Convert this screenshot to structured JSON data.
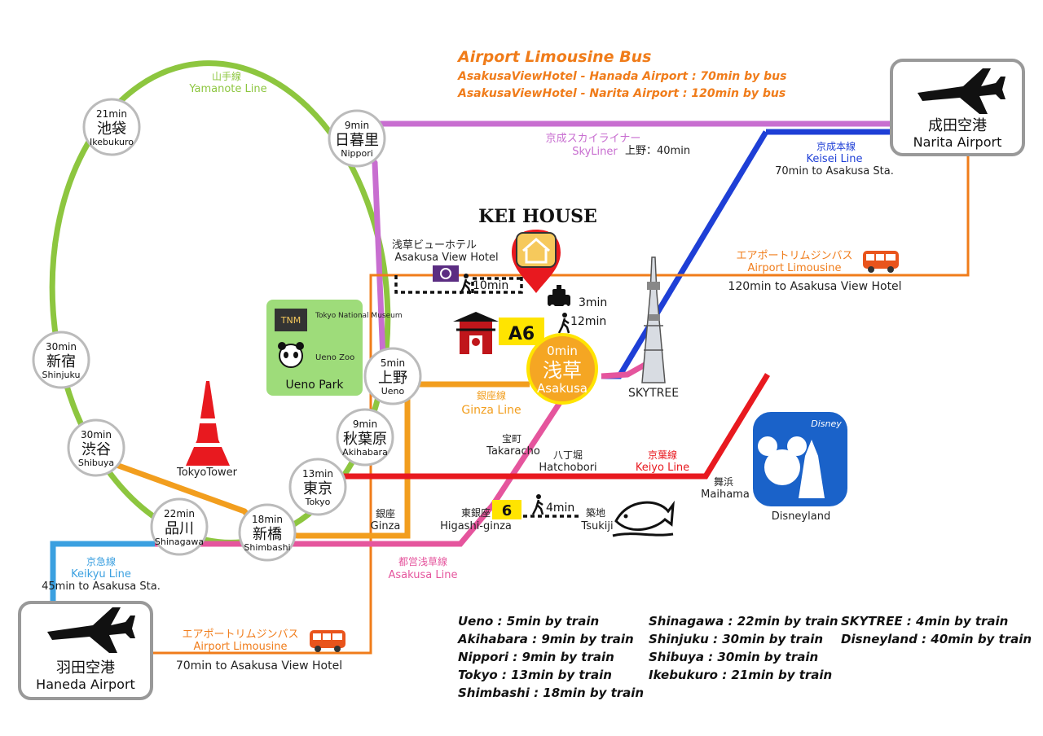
{
  "colors": {
    "yamanote": "#8dc63f",
    "skyliner": "#c86ed0",
    "keisei": "#1e3fd6",
    "ginza": "#f29e1e",
    "asakusa": "#e5559d",
    "keiyo": "#e8191f",
    "keikyu": "#3ba0e0",
    "limousine": "#f07c1a",
    "park_bg": "#9edc7a",
    "highlight": "#ffe400"
  },
  "bus": {
    "title": "Airport Limousine Bus",
    "line1": "AsakusaViewHotel - Hanada Airport : 70min by bus",
    "line2": "AsakusaViewHotel - Narita Airport : 120min by bus"
  },
  "yamanote": {
    "jp": "山手線",
    "en": "Yamanote Line"
  },
  "skyliner": {
    "jp": "京成スカイライナー",
    "en": "SkyLiner",
    "time": "上野：40min"
  },
  "keisei": {
    "jp": "京成本線",
    "en": "Keisei Line",
    "time": "70min to Asakusa Sta."
  },
  "limo_narita": {
    "jp": "エアポートリムジンバス",
    "en": "Airport Limousine",
    "time": "120min to Asakusa View Hotel"
  },
  "limo_haneda": {
    "jp": "エアポートリムジンバス",
    "en": "Airport Limousine",
    "time": "70min to Asakusa View Hotel"
  },
  "keikyu": {
    "jp": "京急線",
    "en": "Keikyu Line",
    "time": "45min to Asakusa Sta."
  },
  "ginza_line": {
    "jp": "銀座線",
    "en": "Ginza Line"
  },
  "keiyo_line": {
    "jp": "京葉線",
    "en": "Keiyo Line"
  },
  "asakusa_line": {
    "jp": "都営浅草線",
    "en": "Asakusa Line"
  },
  "narita": {
    "jp": "成田空港",
    "en": "Narita Airport",
    "icon": "airplane-icon"
  },
  "haneda": {
    "jp": "羽田空港",
    "en": "Haneda Airport",
    "icon": "airplane-icon"
  },
  "kei_house": {
    "title": "KEI HOUSE",
    "icon": "house-icon"
  },
  "hotel": {
    "jp": "浅草ビューホテル",
    "en": "Asakusa View Hotel",
    "walk": "10min"
  },
  "exit": {
    "a6": "A6",
    "taxi": "3min",
    "walk": "12min",
    "six": "6"
  },
  "asakusa": {
    "time": "0min",
    "jp": "浅草",
    "en": "Asakusa"
  },
  "skytree": {
    "label": "SKYTREE"
  },
  "tokyotower": {
    "label": "TokyoTower"
  },
  "disney": {
    "label": "Disneyland",
    "logo": "Disney"
  },
  "park": {
    "tnm_logo": "TNM",
    "tnm": "Tokyo National Museum",
    "zoo": "Ueno Zoo",
    "name": "Ueno Park"
  },
  "stations": [
    {
      "time": "21min",
      "jp": "池袋",
      "en": "Ikebukuro"
    },
    {
      "time": "9min",
      "jp": "日暮里",
      "en": "Nippori"
    },
    {
      "time": "30min",
      "jp": "新宿",
      "en": "Shinjuku"
    },
    {
      "time": "30min",
      "jp": "渋谷",
      "en": "Shibuya"
    },
    {
      "time": "22min",
      "jp": "品川",
      "en": "Shinagawa"
    },
    {
      "time": "18min",
      "jp": "新橋",
      "en": "Shimbashi"
    },
    {
      "time": "13min",
      "jp": "東京",
      "en": "Tokyo"
    },
    {
      "time": "9min",
      "jp": "秋葉原",
      "en": "Akihabara"
    },
    {
      "time": "5min",
      "jp": "上野",
      "en": "Ueno"
    }
  ],
  "small_stations": {
    "takaracho": {
      "jp": "宝町",
      "en": "Takaracho"
    },
    "hatchobori": {
      "jp": "八丁堀",
      "en": "Hatchobori"
    },
    "maihama": {
      "jp": "舞浜",
      "en": "Maihama"
    },
    "ginza": {
      "jp": "銀座",
      "en": "Ginza"
    },
    "higashiginza": {
      "jp": "東銀座",
      "en": "Higashi-ginza"
    },
    "tsukiji": {
      "jp": "築地",
      "en": "Tsukiji",
      "walk": "4min"
    }
  },
  "summary": [
    "Ueno : 5min by train",
    "Akihabara : 9min by train",
    "Nippori : 9min by train",
    "Tokyo : 13min by train",
    "Shimbashi : 18min by train",
    "Shinagawa : 22min by train",
    "Shinjuku : 30min by train",
    "Shibuya : 30min by train",
    "Ikebukuro : 21min by train",
    "SKYTREE : 4min by train",
    "Disneyland : 40min by train"
  ]
}
